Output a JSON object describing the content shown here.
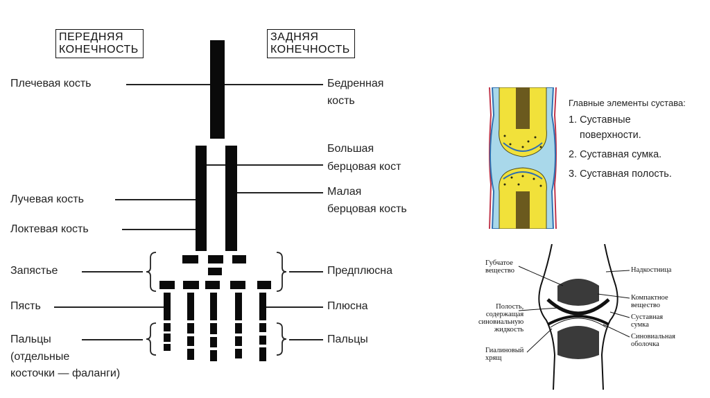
{
  "headers": {
    "front": [
      "ПЕРЕДНЯЯ",
      "КОНЕЧНОСТЬ"
    ],
    "hind": [
      "ЗАДНЯЯ",
      "КОНЕЧНОСТЬ"
    ]
  },
  "left_labels": [
    "Плечевая кость",
    "Лучевая кость",
    "Локтевая кость",
    "Запястье",
    "Пясть",
    "Пальцы",
    "(отдельные",
    "косточки — фаланги)"
  ],
  "right_labels": [
    "Бедренная",
    "кость",
    "Большая",
    "берцовая кост",
    "Малая",
    "берцовая кость",
    "Предплюсна",
    "Плюсна",
    "Пальцы"
  ],
  "joint_panel": {
    "title": "Главные элементы сустава:",
    "items": [
      "1. Суставные",
      "поверхности.",
      "2. Суставная сумка.",
      "3. Суставная полость."
    ],
    "colors": {
      "bone_yellow": "#f1e13a",
      "cartilage_blue": "#a9d8ea",
      "capsule_blue": "#2f6fb0",
      "membrane_red": "#c0354a"
    }
  },
  "schematic_labels": [
    "Губчатое",
    "вещество",
    "Полость,",
    "содержащая",
    "синовиальную",
    "жидкость",
    "Гиалиновый",
    "хрящ",
    "Надкостница",
    "Компактное",
    "вещество",
    "Суставная",
    "сумка",
    "Синовиальная",
    "оболочка"
  ]
}
